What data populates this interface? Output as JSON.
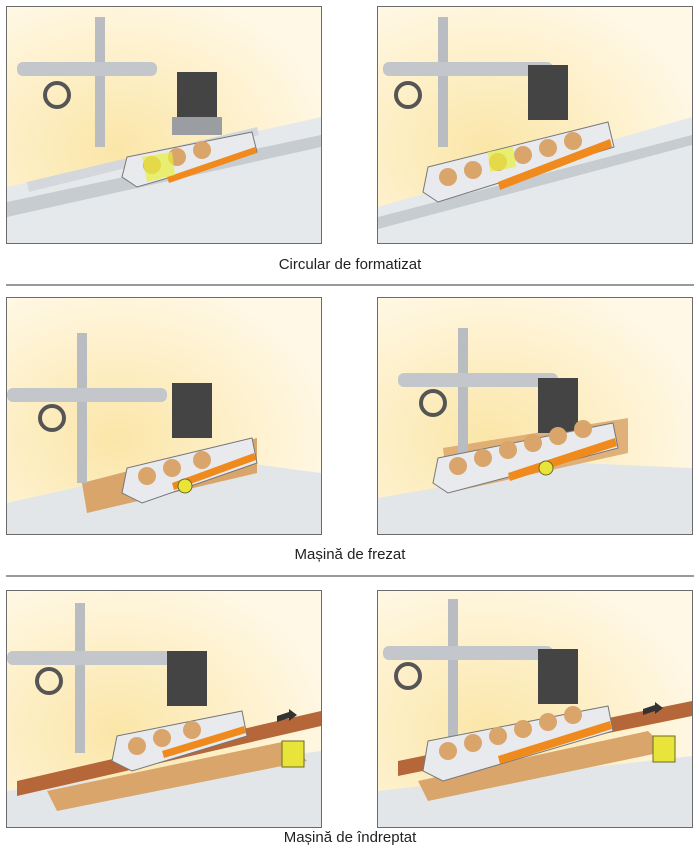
{
  "sections": [
    {
      "caption": "Circular de formatizat",
      "variant": "saw"
    },
    {
      "caption": "Mașină de frezat",
      "variant": "mill"
    },
    {
      "caption": "Mașină de îndreptat",
      "variant": "planer"
    }
  ],
  "colors": {
    "background_warm": "#fbe6a8",
    "steel": "#c9ccd0",
    "orange_stripe": "#f08a1c",
    "wood": "#d9a56b"
  }
}
